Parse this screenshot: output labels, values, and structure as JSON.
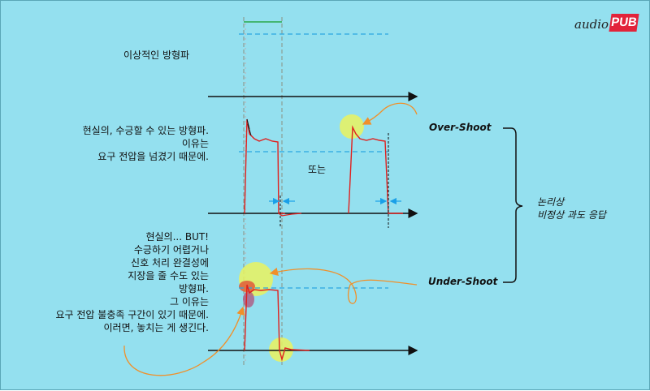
{
  "logo": {
    "audio": "audio",
    "pub": "PUB"
  },
  "labels": {
    "ideal": "이상적인 방형파",
    "real1": [
      "현실의, 수긍할 수 있는 방형파.",
      "이유는",
      "요구 전압을 넘겼기 때문에."
    ],
    "or": "또는",
    "real2": [
      "현실의... BUT!",
      "수긍하기 어렵거나",
      "신호 처리 완결성에",
      "지장을 줄 수도 있는",
      "방형파.",
      "그 이유는",
      "요구 전압 불충족 구간이 있기 때문에.",
      "이러면, 놓치는 게 생긴다."
    ],
    "overshoot": "Over-Shoot",
    "undershoot": "Under-Shoot",
    "group": [
      "논리상",
      "비정상 과도 응답"
    ]
  },
  "colors": {
    "background": "#94e0ef",
    "signal": "#e0201e",
    "ideal": "#2aa84a",
    "threshold": "#2aa6e0",
    "highlight": "#eaf25e",
    "arrow": "#f0902a"
  }
}
